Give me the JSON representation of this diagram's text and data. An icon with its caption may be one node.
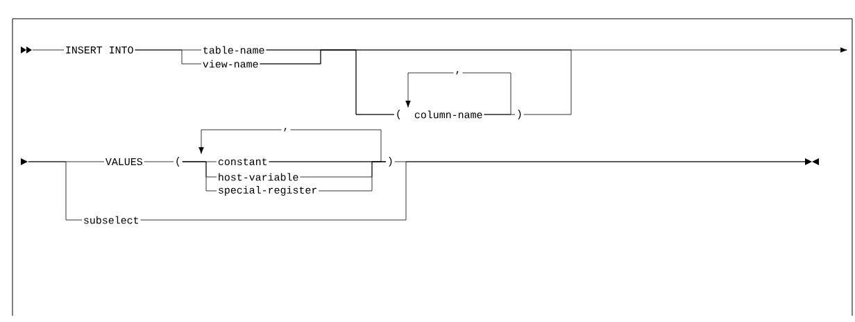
{
  "diagram": {
    "nodes": [
      {
        "text": [
          "INSERT INTO"
        ]
      },
      {
        "text": [
          "table-name"
        ]
      },
      {
        "text": [
          "view-name"
        ]
      },
      {
        "text": [
          "("
        ]
      },
      {
        "text": [
          "column-name"
        ]
      },
      {
        "text": [
          ")"
        ]
      },
      {
        "text": [
          "VALUES"
        ]
      },
      {
        "text": [
          "("
        ]
      },
      {
        "text": [
          "constant"
        ]
      },
      {
        "text": [
          "host-variable"
        ]
      },
      {
        "text": [
          "special-register"
        ]
      },
      {
        "text": [
          ")"
        ]
      },
      {
        "text": [
          "subselect"
        ]
      },
      {
        "text": [],
        "shape": "triangle"
      },
      {
        "text": [],
        "shape": "triangle"
      },
      {
        "text": [],
        "shape": "triangle"
      }
    ],
    "edges": [
      {
        "from": 13,
        "to": 0,
        "arrow": "none"
      },
      {
        "from": 0,
        "to": 1,
        "arrow": "none"
      },
      {
        "from": 0,
        "to": 2,
        "arrow": "none"
      },
      {
        "from": 1,
        "to": 3,
        "arrow": "none"
      },
      {
        "from": 2,
        "to": 3,
        "arrow": "none"
      },
      {
        "from": 4,
        "to": 5,
        "arrow": "none"
      },
      {
        "from": 4,
        "to": 4,
        "arrow": "to",
        "label": ","
      },
      {
        "from": 5,
        "to": null,
        "arrow": "to"
      },
      {
        "from": 1,
        "to": null,
        "arrow": "none"
      },
      {
        "from": 2,
        "to": null,
        "arrow": "none"
      },
      {
        "from": 14,
        "to": 6,
        "arrow": "none"
      },
      {
        "from": 14,
        "to": 12,
        "arrow": "none"
      },
      {
        "from": 6,
        "to": 7,
        "arrow": "none"
      },
      {
        "from": 7,
        "to": 8,
        "arrow": "none"
      },
      {
        "from": 7,
        "to": 9,
        "arrow": "none"
      },
      {
        "from": 7,
        "to": 10,
        "arrow": "none"
      },
      {
        "from": 8,
        "to": 11,
        "arrow": "none"
      },
      {
        "from": 9,
        "to": 11,
        "arrow": "none"
      },
      {
        "from": 10,
        "to": 11,
        "arrow": "none"
      },
      {
        "from": 8,
        "to": 8,
        "arrow": "to",
        "label": ","
      },
      {
        "from": 11,
        "to": 15,
        "arrow": "none"
      },
      {
        "from": 12,
        "to": 15,
        "arrow": "none"
      }
    ]
  }
}
